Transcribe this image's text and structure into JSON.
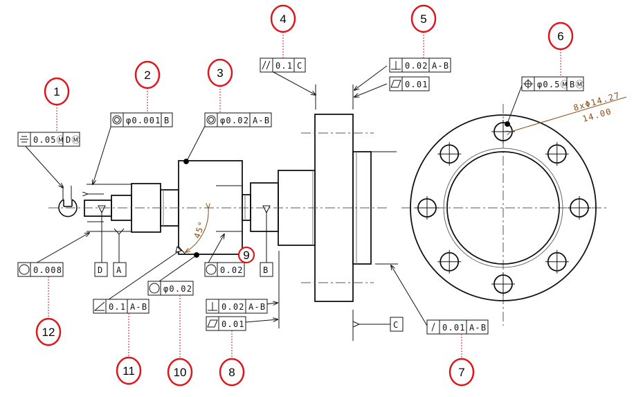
{
  "title": "GD&T annotated shaft and flange drawing",
  "colors": {
    "line": "#111111",
    "callout": "#e0141b",
    "dimension": "#8a4b13",
    "centerline": "#555555"
  },
  "callouts": [
    {
      "number": "1",
      "symbol": "symmetry",
      "tolerance": "0.05Ⓜ",
      "datums": [
        "DⓂ"
      ]
    },
    {
      "number": "2",
      "symbol": "concentricity",
      "tolerance": "φ0.001",
      "datums": [
        "B"
      ]
    },
    {
      "number": "3",
      "symbol": "concentricity",
      "tolerance": "φ0.02",
      "datums": [
        "A-B"
      ]
    },
    {
      "number": "4",
      "symbol": "parallelism",
      "tolerance": "0.1",
      "datums": [
        "C"
      ]
    },
    {
      "number": "5",
      "symbol": "perpendicularity",
      "tolerance": "0.02",
      "datums": [
        "A-B"
      ],
      "secondary": {
        "symbol": "flatness",
        "tolerance": "0.01"
      }
    },
    {
      "number": "6",
      "symbol": "position",
      "tolerance": "φ0.5Ⓜ",
      "datums": [
        "BⓂ"
      ]
    },
    {
      "number": "7",
      "symbol": "circular-runout",
      "tolerance": "0.01",
      "datums": [
        "A-B"
      ]
    },
    {
      "number": "8",
      "symbol": "perpendicularity",
      "tolerance": "0.02",
      "datums": [
        "A-B"
      ],
      "secondary": {
        "symbol": "flatness",
        "tolerance": "0.01"
      }
    },
    {
      "number": "9",
      "symbol": "circularity",
      "tolerance": "0.02",
      "datums": []
    },
    {
      "number": "10",
      "symbol": "circularity",
      "tolerance": "φ0.02",
      "datums": []
    },
    {
      "number": "11",
      "symbol": "angularity",
      "tolerance": "0.1",
      "datums": [
        "A-B"
      ]
    },
    {
      "number": "12",
      "symbol": "circularity",
      "tolerance": "0.008",
      "datums": []
    }
  ],
  "datum_labels": {
    "D": "D",
    "A": "A",
    "B": "B",
    "C": "C"
  },
  "dimensions": {
    "hole_callout_line1": "8xΦ14.27",
    "hole_callout_line2": "14.00",
    "chamfer_angle": "45°"
  },
  "symbols": {
    "symmetry": "≡",
    "concentricity": "◎",
    "parallelism": "//",
    "perpendicularity": "⊥",
    "flatness": "▱",
    "position": "⌖",
    "circular-runout": "↗",
    "circularity": "○",
    "angularity": "∠"
  }
}
